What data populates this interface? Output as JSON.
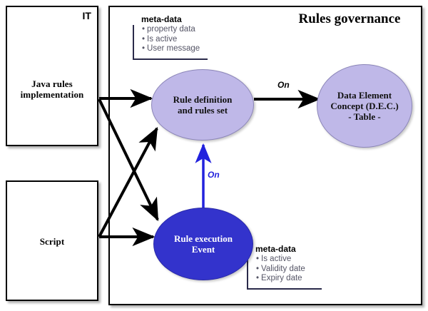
{
  "diagram": {
    "title": "Rules governance",
    "left_column": {
      "it_label": "IT",
      "boxes": [
        {
          "name": "java-rules-box",
          "label_line1": "Java rules",
          "label_line2": "implementation"
        },
        {
          "name": "script-box",
          "label_line1": "Script",
          "label_line2": ""
        }
      ]
    },
    "nodes": [
      {
        "id": "rule-definition",
        "line1": "Rule definition",
        "line2": "and rules set",
        "line3": "",
        "color": "#bfb8e8",
        "text_color": "#111111"
      },
      {
        "id": "data-element-concept",
        "line1": "Data Element",
        "line2": "Concept (D.E.C.)",
        "line3": "- Table -",
        "color": "#bfb8e8",
        "text_color": "#111111"
      },
      {
        "id": "rule-execution",
        "line1": "Rule execution",
        "line2": "Event",
        "line3": "",
        "color": "#3333cc",
        "text_color": "#ffffff"
      }
    ],
    "meta_top": {
      "title": "meta-data",
      "items": [
        "property data",
        "Is active",
        "User message"
      ]
    },
    "meta_bottom": {
      "title": "meta-data",
      "items": [
        "Is active",
        "Validity date",
        "Expiry date"
      ]
    },
    "edge_labels": {
      "definition_to_dec": "On",
      "execution_to_definition": "On"
    },
    "colors": {
      "accent_blue": "#2222dd",
      "node_dark": "#3333cc",
      "node_light": "#bfb8e8",
      "stroke": "#000000"
    }
  }
}
